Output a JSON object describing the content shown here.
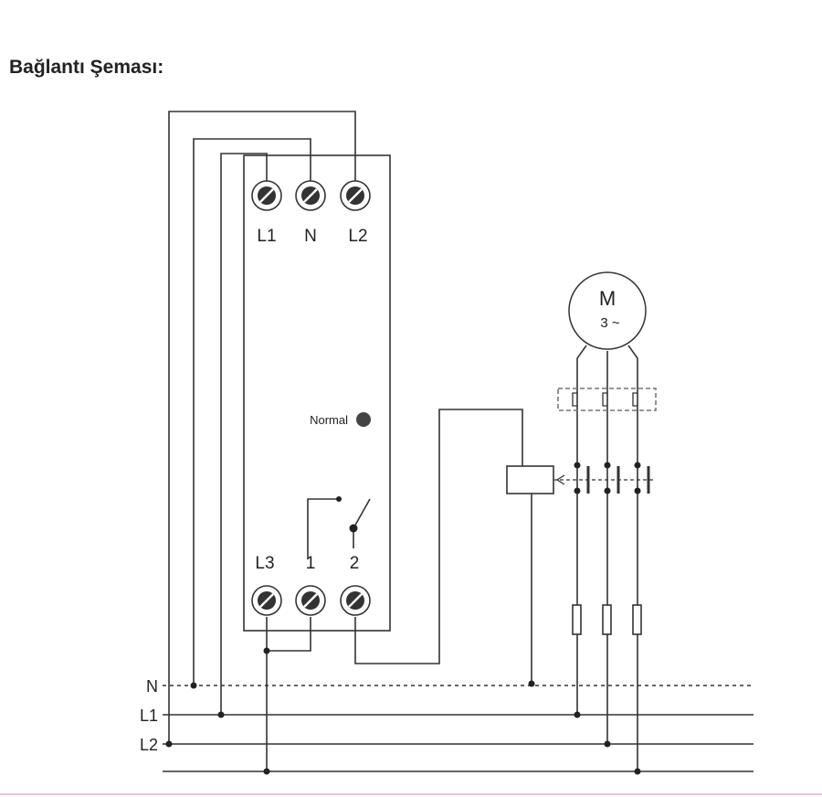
{
  "title": "Bağlantı Şeması:",
  "relay": {
    "top_terminals": [
      "L1",
      "N",
      "L2"
    ],
    "bottom_terminals": [
      "L3",
      "1",
      "2"
    ],
    "led_label": "Normal"
  },
  "motor": {
    "symbol": "M",
    "phase": "3 ~"
  },
  "supply_lines": [
    "N",
    "L1",
    "L2"
  ],
  "colors": {
    "line": "#333333",
    "led": "#444444",
    "accent_bottom": "#e8c6cf"
  }
}
